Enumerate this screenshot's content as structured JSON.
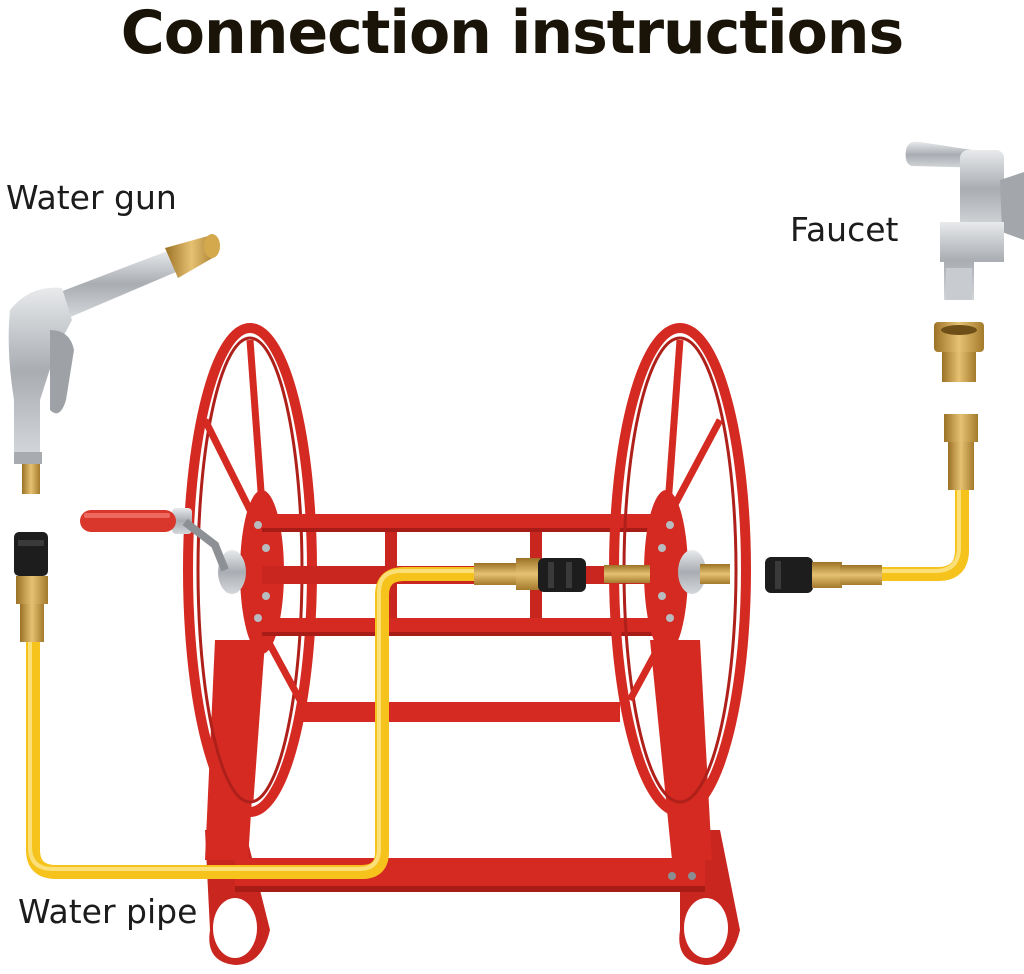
{
  "title": "Connection instructions",
  "labels": {
    "water_gun": "Water gun",
    "faucet": "Faucet",
    "water_pipe": "Water pipe"
  },
  "colors": {
    "reel_red": "#d42a22",
    "hose_yellow": "#f6c21c",
    "brass": "#c89a3c",
    "connector_black": "#1d1d1d",
    "chrome": "#b9bcc0"
  },
  "icons": [
    "water-gun-icon",
    "faucet-icon",
    "brass-adapter-icon",
    "quick-connector-icon",
    "hose-reel-icon",
    "crank-handle-icon"
  ]
}
